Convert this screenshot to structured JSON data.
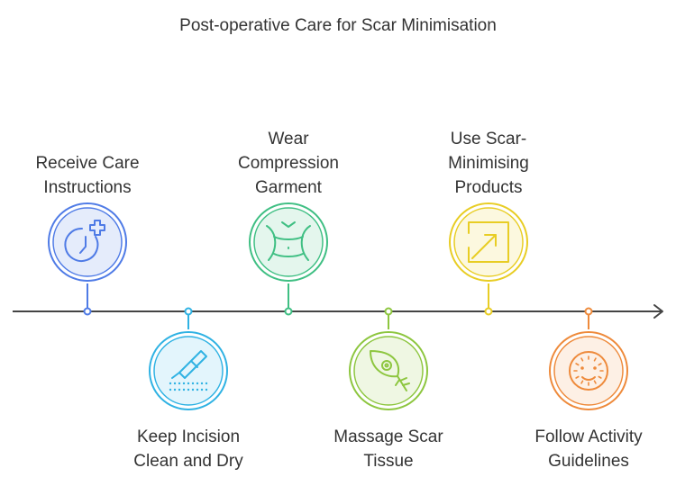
{
  "title": "Post-operative Care for Scar Minimisation",
  "steps": [
    {
      "label_lines": [
        "Receive Care",
        "Instructions"
      ],
      "position": "above",
      "icon": "clock-plus-icon",
      "color": "#4f7be6",
      "fill": "#e5ecfb"
    },
    {
      "label_lines": [
        "Keep Incision",
        "Clean and Dry"
      ],
      "position": "below",
      "icon": "scalpel-icon",
      "color": "#2fb2e3",
      "fill": "#e3f5fc"
    },
    {
      "label_lines": [
        "Wear",
        "Compression",
        "Garment"
      ],
      "position": "above",
      "icon": "torso-icon",
      "color": "#3fbf83",
      "fill": "#e4f6ed"
    },
    {
      "label_lines": [
        "Massage Scar",
        "Tissue"
      ],
      "position": "below",
      "icon": "leaf-icon",
      "color": "#8dc63f",
      "fill": "#eff7e3"
    },
    {
      "label_lines": [
        "Use Scar-",
        "Minimising",
        "Products"
      ],
      "position": "above",
      "icon": "resize-icon",
      "color": "#e8cd24",
      "fill": "#fcf8df"
    },
    {
      "label_lines": [
        "Follow Activity",
        "Guidelines"
      ],
      "position": "below",
      "icon": "face-icon",
      "color": "#ee8a3b",
      "fill": "#fdf0e5"
    }
  ],
  "axis_color": "#444444"
}
